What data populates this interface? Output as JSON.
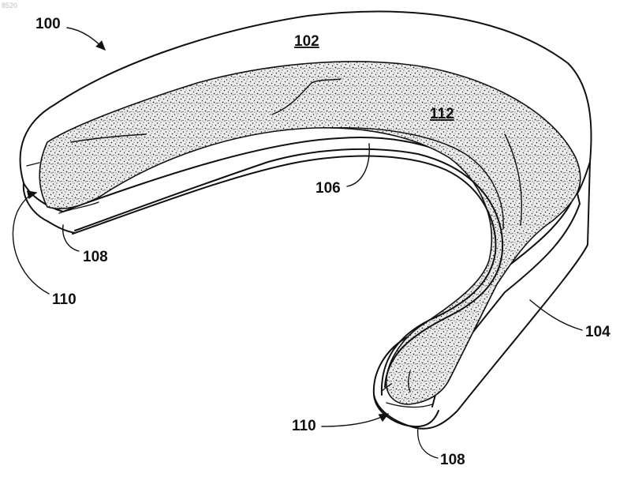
{
  "figure": {
    "stamp": "8520",
    "labels": {
      "device": "100",
      "top_surface": "102",
      "outer_wall": "104",
      "inner_wall": "106",
      "end_left": "108",
      "end_right": "108",
      "tip_left": "110",
      "tip_right": "110",
      "filler": "112"
    }
  }
}
